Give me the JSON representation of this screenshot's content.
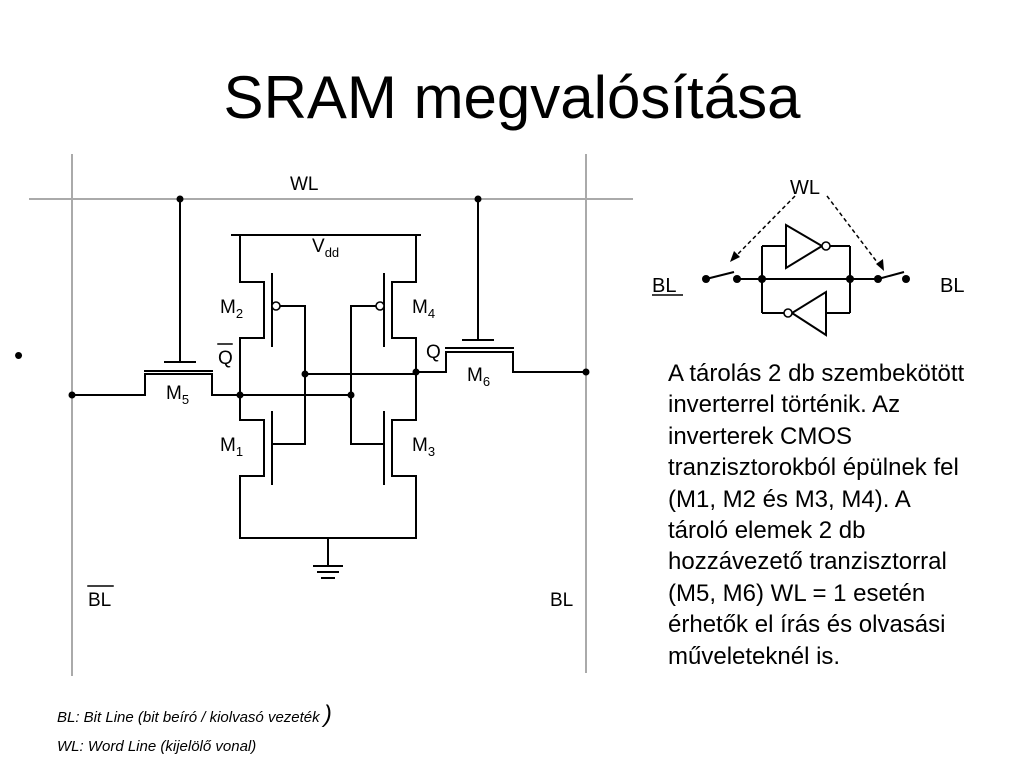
{
  "slide": {
    "title": "SRAM megvalósítása",
    "bullet": "•",
    "description": "A tárolás 2 db szembekötött inverterrel történik. Az inverterek CMOS tranzisztorokból épülnek fel (M1, M2 és M3, M4). A tároló elemek 2 db hozzávezető tranzisztorral (M5, M6) WL = 1 esetén érhetők el írás és olvasási műveleteknél is.",
    "notes": {
      "bl": "BL: Bit Line (bit beíró / kiolvasó vezeték ",
      "bl_paren": ")",
      "wl": "WL: Word Line (kijelölő vonal)"
    }
  },
  "circuit": {
    "wl": "WL",
    "vdd_main": "V",
    "vdd_sub": "dd",
    "m": "M",
    "m1_sub": "1",
    "m2_sub": "2",
    "m3_sub": "3",
    "m4_sub": "4",
    "m5_sub": "5",
    "m6_sub": "6",
    "q": "Q",
    "qbar": "Q",
    "bl_left": "BL",
    "bl_right": "BL"
  },
  "cell_diagram": {
    "wl": "WL",
    "bl_left": "BL",
    "bl_right": "BL"
  }
}
